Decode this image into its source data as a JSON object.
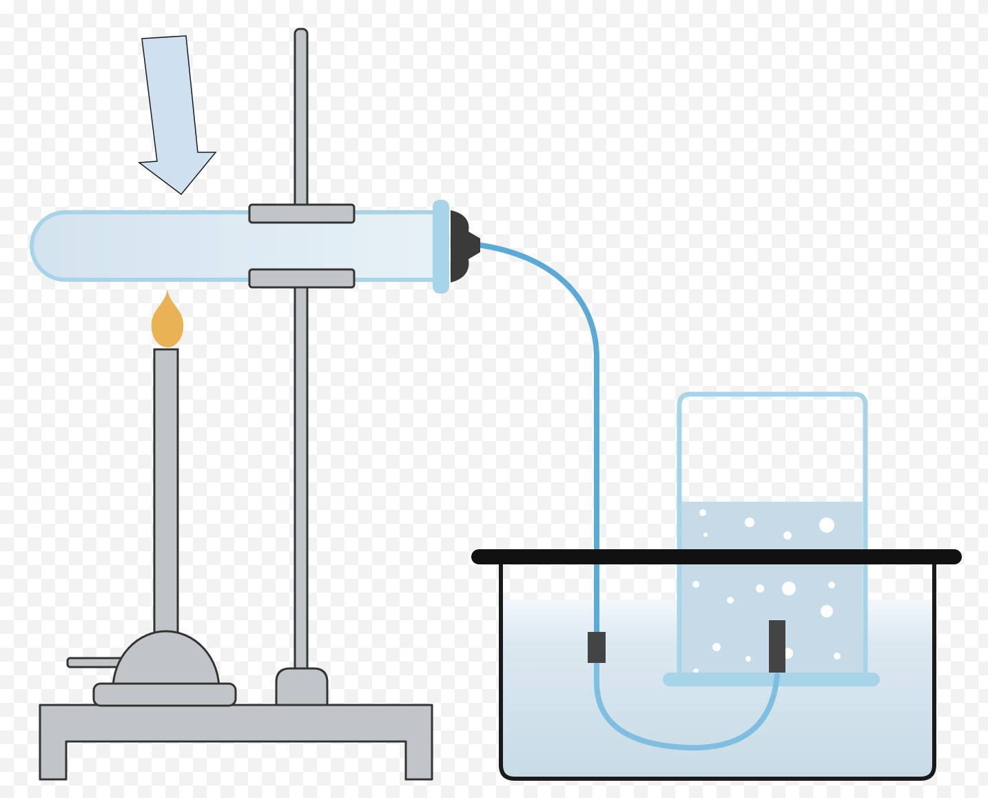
{
  "figure": {
    "components": [
      "arrow-pointer",
      "test-tube",
      "retort-stand",
      "clamp",
      "rubber-stopper",
      "bunsen-burner",
      "flame",
      "delivery-tube",
      "trough",
      "water",
      "gas-jar",
      "beehive-shelf",
      "gas-bubbles"
    ]
  },
  "colors": {
    "glass_stroke": "#a8d4ea",
    "glass_fill": "#dbe9f2",
    "tube_blue": "#5ba9d6",
    "metal": "#c2c5c8",
    "outline": "#333333",
    "flame": "#e8b255",
    "water": "#cfe0ea",
    "arrow": "#cfe0f1"
  }
}
